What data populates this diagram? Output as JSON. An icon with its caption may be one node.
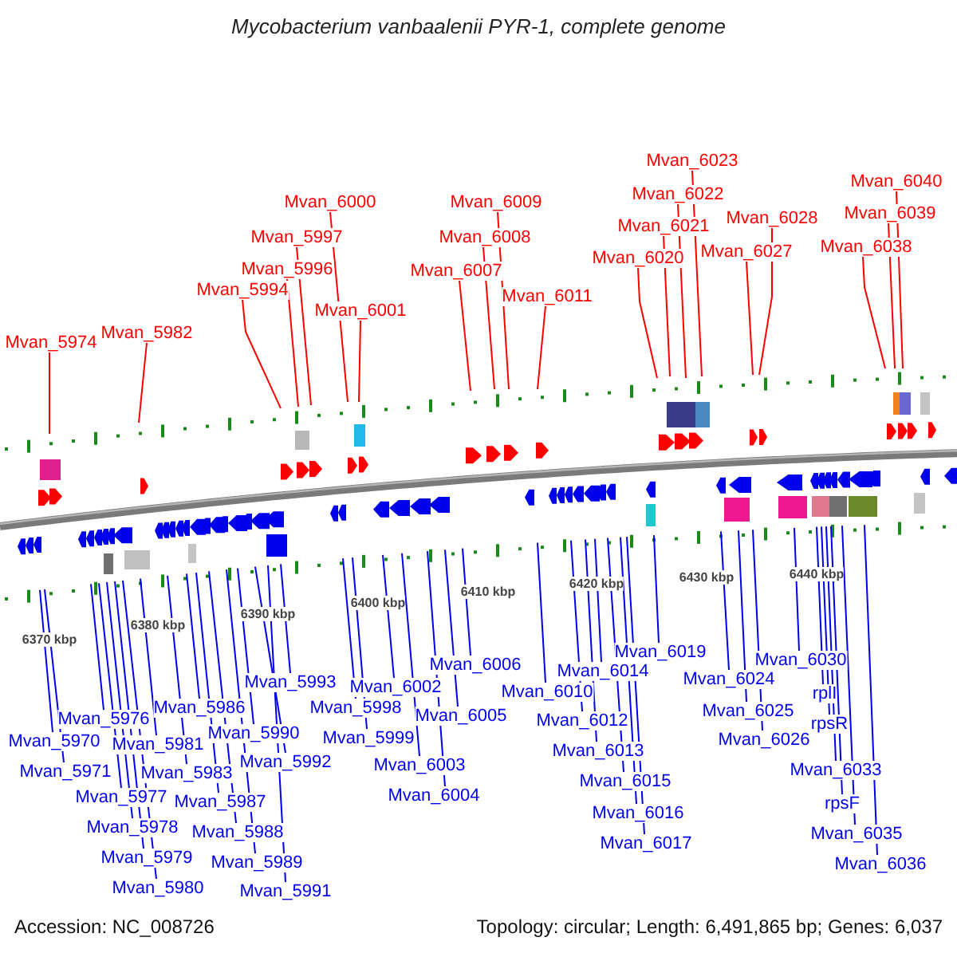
{
  "diagram": {
    "title": "Mycobacterium vanbaalenii PYR-1, complete genome",
    "nodes": [
      {
        "text": [
          "Mvan_5974"
        ]
      },
      {
        "text": [
          "Mvan_5982"
        ]
      },
      {
        "text": [
          "Mvan_5994"
        ]
      },
      {
        "text": [
          "Mvan_5996"
        ]
      },
      {
        "text": [
          "Mvan_5997"
        ]
      },
      {
        "text": [
          "Mvan_6000"
        ]
      },
      {
        "text": [
          "Mvan_6001"
        ]
      },
      {
        "text": [
          "Mvan_6007"
        ]
      },
      {
        "text": [
          "Mvan_6008"
        ]
      },
      {
        "text": [
          "Mvan_6009"
        ]
      },
      {
        "text": [
          "Mvan_6011"
        ]
      },
      {
        "text": [
          "Mvan_6020"
        ]
      },
      {
        "text": [
          "Mvan_6021"
        ]
      },
      {
        "text": [
          "Mvan_6022"
        ]
      },
      {
        "text": [
          "Mvan_6023"
        ]
      },
      {
        "text": [
          "Mvan_6027"
        ]
      },
      {
        "text": [
          "Mvan_6028"
        ]
      },
      {
        "text": [
          "Mvan_6038"
        ]
      },
      {
        "text": [
          "Mvan_6039"
        ]
      },
      {
        "text": [
          "Mvan_6040"
        ]
      },
      {
        "text": [
          "Mvan_5970"
        ]
      },
      {
        "text": [
          "Mvan_5971"
        ]
      },
      {
        "text": [
          "Mvan_5976"
        ]
      },
      {
        "text": [
          "Mvan_5977"
        ]
      },
      {
        "text": [
          "Mvan_5978"
        ]
      },
      {
        "text": [
          "Mvan_5979"
        ]
      },
      {
        "text": [
          "Mvan_5980"
        ]
      },
      {
        "text": [
          "Mvan_5981"
        ]
      },
      {
        "text": [
          "Mvan_5983"
        ]
      },
      {
        "text": [
          "Mvan_5986"
        ]
      },
      {
        "text": [
          "Mvan_5987"
        ]
      },
      {
        "text": [
          "Mvan_5988"
        ]
      },
      {
        "text": [
          "Mvan_5989"
        ]
      },
      {
        "text": [
          "Mvan_5990"
        ]
      },
      {
        "text": [
          "Mvan_5991"
        ]
      },
      {
        "text": [
          "Mvan_5992"
        ]
      },
      {
        "text": [
          "Mvan_5993"
        ]
      },
      {
        "text": [
          "Mvan_5998"
        ]
      },
      {
        "text": [
          "Mvan_5999"
        ]
      },
      {
        "text": [
          "Mvan_6002"
        ]
      },
      {
        "text": [
          "Mvan_6003"
        ]
      },
      {
        "text": [
          "Mvan_6004"
        ]
      },
      {
        "text": [
          "Mvan_6005"
        ]
      },
      {
        "text": [
          "Mvan_6006"
        ]
      },
      {
        "text": [
          "Mvan_6010"
        ]
      },
      {
        "text": [
          "Mvan_6012"
        ]
      },
      {
        "text": [
          "Mvan_6013"
        ]
      },
      {
        "text": [
          "Mvan_6014"
        ]
      },
      {
        "text": [
          "Mvan_6015"
        ]
      },
      {
        "text": [
          "Mvan_6016"
        ]
      },
      {
        "text": [
          "Mvan_6017"
        ]
      },
      {
        "text": [
          "Mvan_6019"
        ]
      },
      {
        "text": [
          "Mvan_6024"
        ]
      },
      {
        "text": [
          "Mvan_6025"
        ]
      },
      {
        "text": [
          "Mvan_6026"
        ]
      },
      {
        "text": [
          "Mvan_6030"
        ]
      },
      {
        "text": [
          "rplI"
        ]
      },
      {
        "text": [
          "rpsR"
        ]
      },
      {
        "text": [
          "Mvan_6033"
        ]
      },
      {
        "text": [
          "rpsF"
        ]
      },
      {
        "text": [
          "Mvan_6035"
        ]
      },
      {
        "text": [
          "Mvan_6036"
        ]
      }
    ],
    "edges": [
      {
        "from": 0,
        "to": null,
        "arrow": "none",
        "color": "#ff0000"
      },
      {
        "from": 1,
        "to": null,
        "arrow": "none",
        "color": "#ff0000"
      },
      {
        "from": 2,
        "to": null,
        "arrow": "none",
        "color": "#ff0000"
      },
      {
        "from": 3,
        "to": null,
        "arrow": "none",
        "color": "#ff0000"
      },
      {
        "from": 4,
        "to": null,
        "arrow": "none",
        "color": "#ff0000"
      },
      {
        "from": 5,
        "to": null,
        "arrow": "none",
        "color": "#ff0000"
      },
      {
        "from": 6,
        "to": null,
        "arrow": "none",
        "color": "#ff0000"
      },
      {
        "from": 7,
        "to": null,
        "arrow": "none",
        "color": "#ff0000"
      },
      {
        "from": 8,
        "to": null,
        "arrow": "none",
        "color": "#ff0000"
      },
      {
        "from": 9,
        "to": null,
        "arrow": "none",
        "color": "#ff0000"
      },
      {
        "from": 10,
        "to": null,
        "arrow": "none",
        "color": "#ff0000"
      },
      {
        "from": 11,
        "to": null,
        "arrow": "none",
        "color": "#ff0000"
      },
      {
        "from": 12,
        "to": null,
        "arrow": "none",
        "color": "#ff0000"
      },
      {
        "from": 13,
        "to": null,
        "arrow": "none",
        "color": "#ff0000"
      },
      {
        "from": 14,
        "to": null,
        "arrow": "none",
        "color": "#ff0000"
      },
      {
        "from": 15,
        "to": null,
        "arrow": "none",
        "color": "#ff0000"
      },
      {
        "from": 16,
        "to": null,
        "arrow": "none",
        "color": "#ff0000"
      },
      {
        "from": 17,
        "to": null,
        "arrow": "none",
        "color": "#ff0000"
      },
      {
        "from": 18,
        "to": null,
        "arrow": "none",
        "color": "#ff0000"
      },
      {
        "from": 19,
        "to": null,
        "arrow": "none",
        "color": "#ff0000"
      },
      {
        "from": 20,
        "to": null,
        "arrow": "none"
      },
      {
        "from": 21,
        "to": null,
        "arrow": "none"
      },
      {
        "from": 22,
        "to": null,
        "arrow": "none"
      },
      {
        "from": 23,
        "to": null,
        "arrow": "none"
      },
      {
        "from": 24,
        "to": null,
        "arrow": "none"
      },
      {
        "from": 25,
        "to": null,
        "arrow": "none"
      },
      {
        "from": 26,
        "to": null,
        "arrow": "none"
      },
      {
        "from": 27,
        "to": null,
        "arrow": "none"
      },
      {
        "from": 28,
        "to": null,
        "arrow": "none"
      },
      {
        "from": 29,
        "to": null,
        "arrow": "none"
      },
      {
        "from": 30,
        "to": null,
        "arrow": "none"
      },
      {
        "from": 31,
        "to": null,
        "arrow": "none"
      },
      {
        "from": 32,
        "to": null,
        "arrow": "none"
      },
      {
        "from": 33,
        "to": null,
        "arrow": "none"
      },
      {
        "from": 34,
        "to": null,
        "arrow": "none"
      },
      {
        "from": 35,
        "to": null,
        "arrow": "none"
      },
      {
        "from": 36,
        "to": null,
        "arrow": "none"
      },
      {
        "from": 37,
        "to": null,
        "arrow": "none"
      },
      {
        "from": 38,
        "to": null,
        "arrow": "none"
      },
      {
        "from": 39,
        "to": null,
        "arrow": "none"
      },
      {
        "from": 40,
        "to": null,
        "arrow": "none"
      },
      {
        "from": 41,
        "to": null,
        "arrow": "none"
      },
      {
        "from": 42,
        "to": null,
        "arrow": "none"
      },
      {
        "from": 43,
        "to": null,
        "arrow": "none"
      },
      {
        "from": 44,
        "to": null,
        "arrow": "none"
      },
      {
        "from": 45,
        "to": null,
        "arrow": "none"
      },
      {
        "from": 46,
        "to": null,
        "arrow": "none"
      },
      {
        "from": 47,
        "to": null,
        "arrow": "none"
      },
      {
        "from": 48,
        "to": null,
        "arrow": "none"
      },
      {
        "from": 49,
        "to": null,
        "arrow": "none"
      },
      {
        "from": 50,
        "to": null,
        "arrow": "none"
      },
      {
        "from": 51,
        "to": null,
        "arrow": "none"
      },
      {
        "from": 52,
        "to": null,
        "arrow": "none"
      },
      {
        "from": 53,
        "to": null,
        "arrow": "none"
      },
      {
        "from": 54,
        "to": null,
        "arrow": "none"
      },
      {
        "from": 55,
        "to": null,
        "arrow": "none"
      },
      {
        "from": 56,
        "to": null,
        "arrow": "none"
      },
      {
        "from": 57,
        "to": null,
        "arrow": "none"
      },
      {
        "from": 58,
        "to": null,
        "arrow": "none"
      },
      {
        "from": 59,
        "to": null,
        "arrow": "none"
      },
      {
        "from": 60,
        "to": null,
        "arrow": "none"
      },
      {
        "from": 61,
        "to": null,
        "arrow": "none"
      }
    ],
    "labels": [
      "6370 kbp",
      "6380 kbp",
      "6390 kbp",
      "6400 kbp",
      "6410 kbp",
      "6420 kbp",
      "6430 kbp",
      "6440 kbp",
      "Accession: NC_008726",
      "Topology: circular; Length: 6,491,865 bp; Genes: 6,037"
    ]
  }
}
